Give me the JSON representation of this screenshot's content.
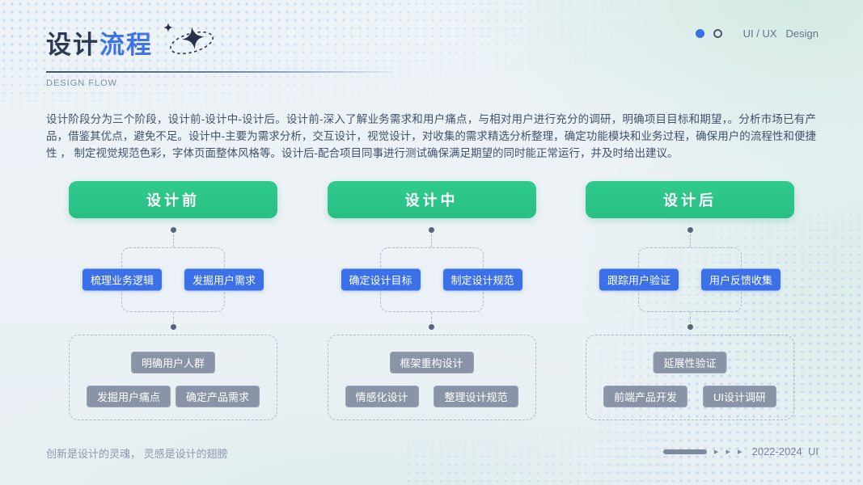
{
  "header": {
    "title_part1": "设计",
    "title_part2": "流程",
    "subtitle": "DESIGN FLOW",
    "corner_label_1": "UI / UX",
    "corner_label_2": "Design"
  },
  "intro_text": "设计阶段分为三个阶段，设计前-设计中-设计后。设计前-深入了解业务需求和用户痛点，与相对用户进行充分的调研，明确项目目标和期望，。分析市场已有产品，借鉴其优点，避免不足。设计中-主要为需求分析，交互设计，视觉设计，对收集的需求精选分析整理，确定功能模块和业务过程，确保用户的流程性和便捷性 ， 制定视觉规范色彩，字体页面整体风格等。设计后-配合项目同事进行测试确保满足期望的同时能正常运行，并及时给出建议。",
  "columns": [
    {
      "header": "设计前",
      "tags": [
        "梳理业务逻辑",
        "发掘用户需求"
      ],
      "box_top": "明确用户人群",
      "box_bottom": [
        "发掘用户痛点",
        "确定产品需求"
      ]
    },
    {
      "header": "设计中",
      "tags": [
        "确定设计目标",
        "制定设计规范"
      ],
      "box_top": "框架重构设计",
      "box_bottom": [
        "情感化设计",
        "整理设计规范"
      ]
    },
    {
      "header": "设计后",
      "tags": [
        "跟踪用户验证",
        "用户反馈收集"
      ],
      "box_top": "延展性验证",
      "box_bottom": [
        "前端产品开发",
        "UI设计调研"
      ]
    }
  ],
  "footer": {
    "left_text": "创新是设计的灵魂， 灵感是设计的翅膀",
    "arrows": "▸ ▸ ▸",
    "right_text": "2022-2024  UI"
  },
  "icons": {
    "sparkle": "sparkle-star-with-dashed-orbit",
    "blue_dot": "filled-circle",
    "ring": "outlined-circle"
  },
  "colors": {
    "accent_blue": "#3c70e8",
    "stage_green": "#2bc78b",
    "title_dark": "#2c3a52",
    "title_blue": "#3f73ea",
    "gray_tag": "#8994a6",
    "dashed_line": "#aeb9c6",
    "background": "#edf2f6"
  }
}
